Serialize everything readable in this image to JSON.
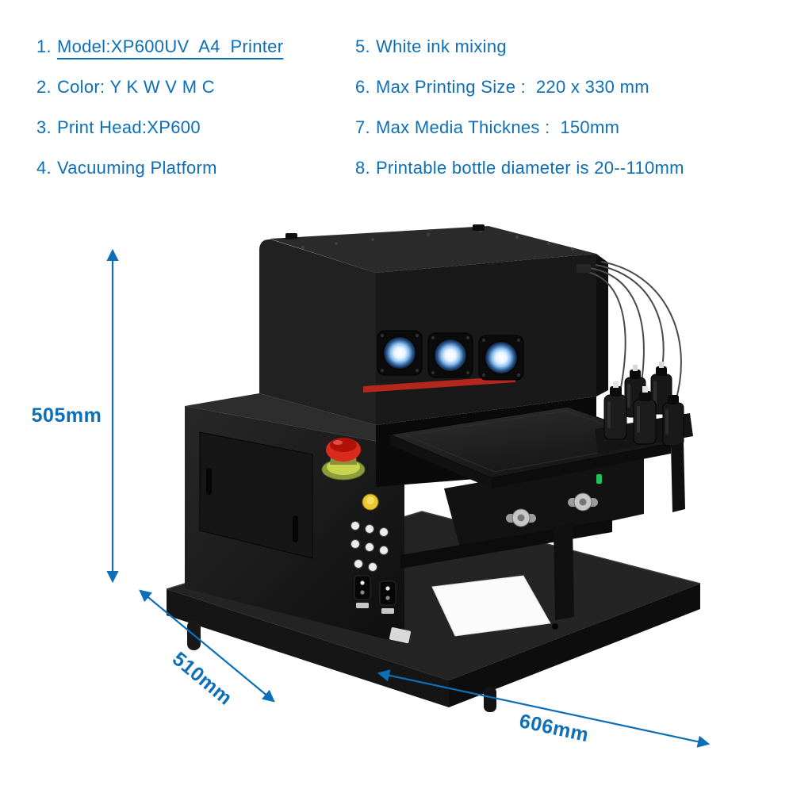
{
  "specs": {
    "left": [
      {
        "num": "1.",
        "text": "Model:XP600UV  A4  Printer"
      },
      {
        "num": "2.",
        "text": "Color: Y K W V M C"
      },
      {
        "num": "3.",
        "text": "Print Head:XP600"
      },
      {
        "num": "4.",
        "text": "Vacuuming Platform"
      }
    ],
    "right": [
      {
        "num": "5.",
        "text": "White ink mixing"
      },
      {
        "num": "6.",
        "text": "Max Printing Size :  220 x 330 mm"
      },
      {
        "num": "7.",
        "text": "Max Media Thicknes :  150mm"
      },
      {
        "num": "8.",
        "text": "Printable bottle diameter is 20--110mm"
      }
    ]
  },
  "dimensions": {
    "height": "505mm",
    "depth": "510mm",
    "width": "606mm"
  },
  "colors": {
    "accent_blue": "#0d6fb8",
    "emergency_red": "#d92b1c",
    "fan_glow_blue": "#8fc2ee",
    "led_green": "#21c25e",
    "printer_black": "#1a1a1a"
  }
}
